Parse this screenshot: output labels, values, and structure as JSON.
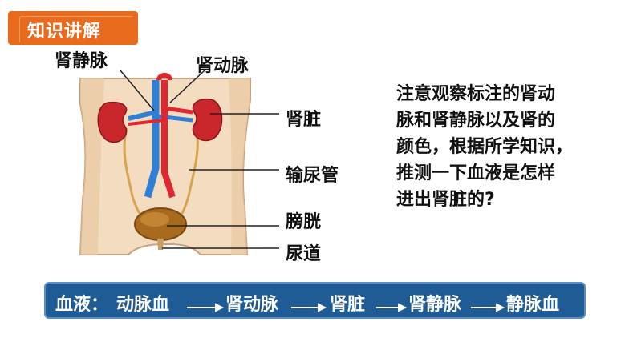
{
  "header": {
    "title": "知识讲解"
  },
  "labels": {
    "renal_vein": "肾静脉",
    "renal_artery": "肾动脉",
    "kidney": "肾脏",
    "ureter": "输尿管",
    "bladder": "膀胱",
    "urethra": "尿道"
  },
  "note": {
    "lines": [
      "注意观察标注的肾动",
      "脉和肾静脉以及肾的",
      "颜色，根据所学知识，",
      "推测一下血液是怎样",
      "进出肾脏的?"
    ]
  },
  "flow": {
    "prefix": "血液：",
    "steps": [
      "动脉血",
      "肾动脉",
      "肾脏",
      "肾静脉",
      "静脉血"
    ]
  },
  "colors": {
    "tag_bg": "#e86a1d",
    "flow_bg": "#1f5b94",
    "artery": "#e0262f",
    "vein": "#2f7fd6",
    "kidney": "#c9272b",
    "bladder": "#a86a1e",
    "body_bg": "#f3dcc0"
  }
}
